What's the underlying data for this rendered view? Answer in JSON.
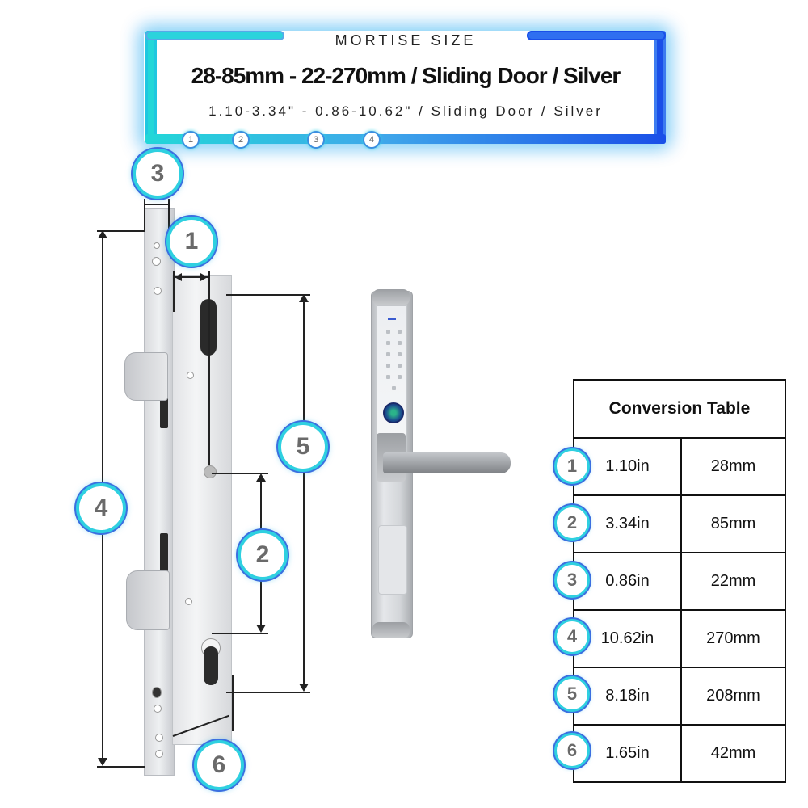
{
  "header": {
    "label": "MORTISE SIZE",
    "title": "28-85mm - 22-270mm / Sliding Door / Silver",
    "subtitle": "1.10-3.34\" - 0.86-10.62\" / Sliding Door / Silver",
    "mini_badges": [
      "1",
      "2",
      "3",
      "4"
    ],
    "colors": {
      "frame_left": "#22d7d8",
      "frame_right": "#1a4fe8"
    }
  },
  "diagram": {
    "badges": [
      "1",
      "2",
      "3",
      "4",
      "5",
      "6"
    ],
    "product": "sliding door smart lock with fingerprint reader and lever handle"
  },
  "conversion_table": {
    "title": "Conversion Table",
    "rows": [
      {
        "badge": "1",
        "inches": "1.10in",
        "mm": "28mm"
      },
      {
        "badge": "2",
        "inches": "3.34in",
        "mm": "85mm"
      },
      {
        "badge": "3",
        "inches": "0.86in",
        "mm": "22mm"
      },
      {
        "badge": "4",
        "inches": "10.62in",
        "mm": "270mm"
      },
      {
        "badge": "5",
        "inches": "8.18in",
        "mm": "208mm"
      },
      {
        "badge": "6",
        "inches": "1.65in",
        "mm": "42mm"
      }
    ]
  }
}
